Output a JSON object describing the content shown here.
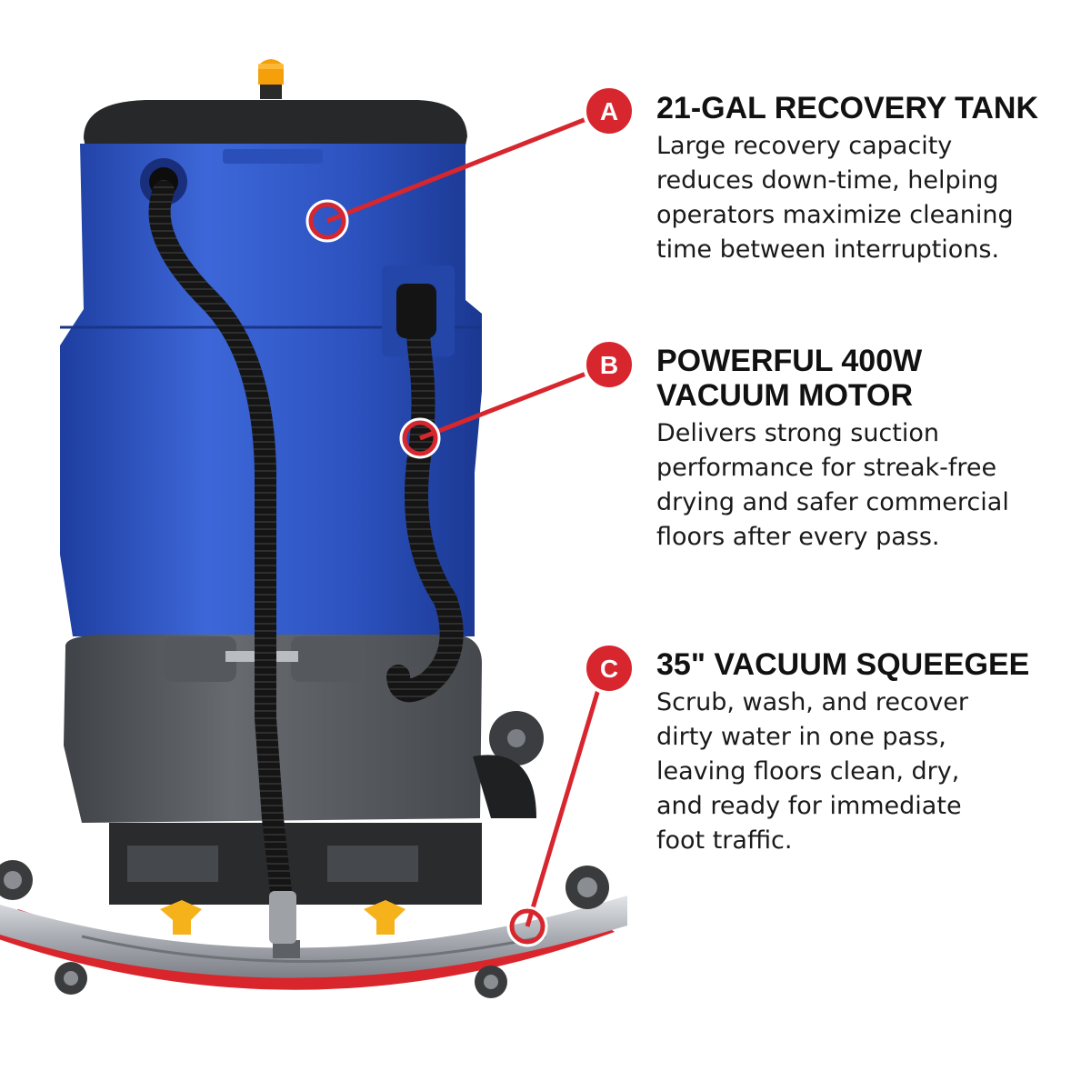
{
  "colors": {
    "callout_red": "#d7262e",
    "tank_blue": "#2f56c4",
    "body_gray": "#5c5f64",
    "hose_black": "#141414",
    "beacon_amber": "#f5a00a",
    "squeegee_red": "#d8262c",
    "knob_yellow": "#f6b21b"
  },
  "features": [
    {
      "letter": "A",
      "title": "21-GAL RECOVERY TANK",
      "description": "Large recovery capacity\nreduces down-time, helping\noperators maximize cleaning\ntime between interruptions."
    },
    {
      "letter": "B",
      "title": "POWERFUL 400W\nVACUUM MOTOR",
      "description": "Delivers strong suction\nperformance for streak-free\ndrying and safer commercial\nfloors after every pass."
    },
    {
      "letter": "C",
      "title": "35\" VACUUM SQUEEGEE",
      "description": "Scrub, wash, and recover\ndirty water in one pass,\nleaving floors clean, dry,\nand ready for immediate\nfoot traffic."
    }
  ],
  "icons": {
    "beacon": "amber-beacon-light",
    "callout_marker": "circle-target-icon",
    "caster": "caster-wheel-icon"
  }
}
